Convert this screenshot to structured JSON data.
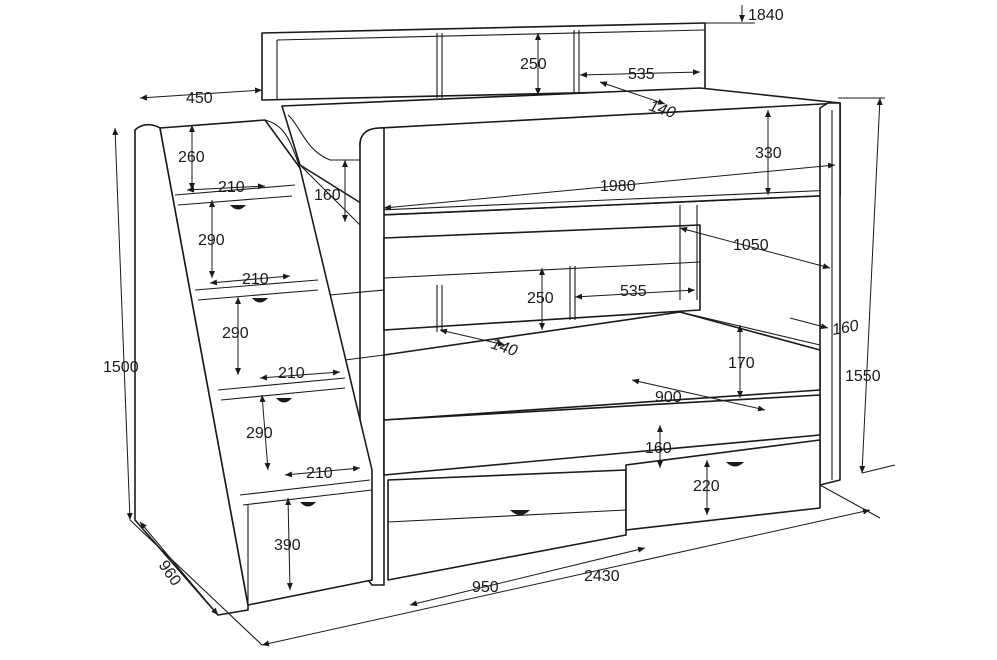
{
  "dimensions": {
    "top_height": "1840",
    "upper_shelf_height": "250",
    "upper_shelf_width": "535",
    "upper_shelf_depth": "140",
    "stair_width": "450",
    "step_top": "260",
    "tread_1": "210",
    "guard_height_upper": "160",
    "guard_height_330": "330",
    "bed_length": "1980",
    "riser_1": "290",
    "tread_2": "210",
    "bed_width_upper": "1050",
    "lower_shelf_height": "250",
    "lower_shelf_width": "535",
    "riser_2": "290",
    "rail_160_right": "160",
    "lower_shelf_depth": "140",
    "stair_total_height": "1500",
    "tread_3": "210",
    "lower_rail_170": "170",
    "total_height_right": "1550",
    "lower_bed_width": "900",
    "riser_3": "290",
    "lower_front_160": "160",
    "tread_4": "210",
    "drawer_height": "220",
    "bottom_step": "390",
    "depth_960": "960",
    "drawer_width": "950",
    "total_length": "2430"
  },
  "colors": {
    "line": "#1a1a1a",
    "background": "#ffffff"
  }
}
